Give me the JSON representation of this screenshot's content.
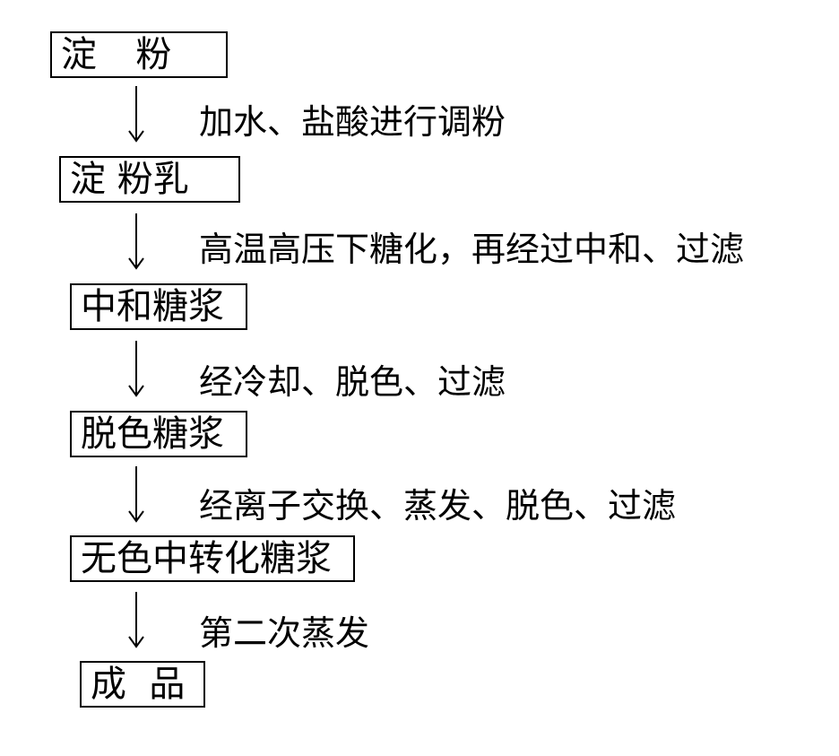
{
  "flow": {
    "nodes": [
      "淀  粉",
      "淀 粉乳",
      "中和糖浆",
      "脱色糖浆",
      "无色中转化糖浆",
      "成  品"
    ],
    "steps": [
      "加水、盐酸进行调粉",
      "高温高压下糖化，再经过中和、过滤",
      "经冷却、脱色、过滤",
      "经离子交换、蒸发、脱色、过滤",
      "第二次蒸发"
    ]
  }
}
